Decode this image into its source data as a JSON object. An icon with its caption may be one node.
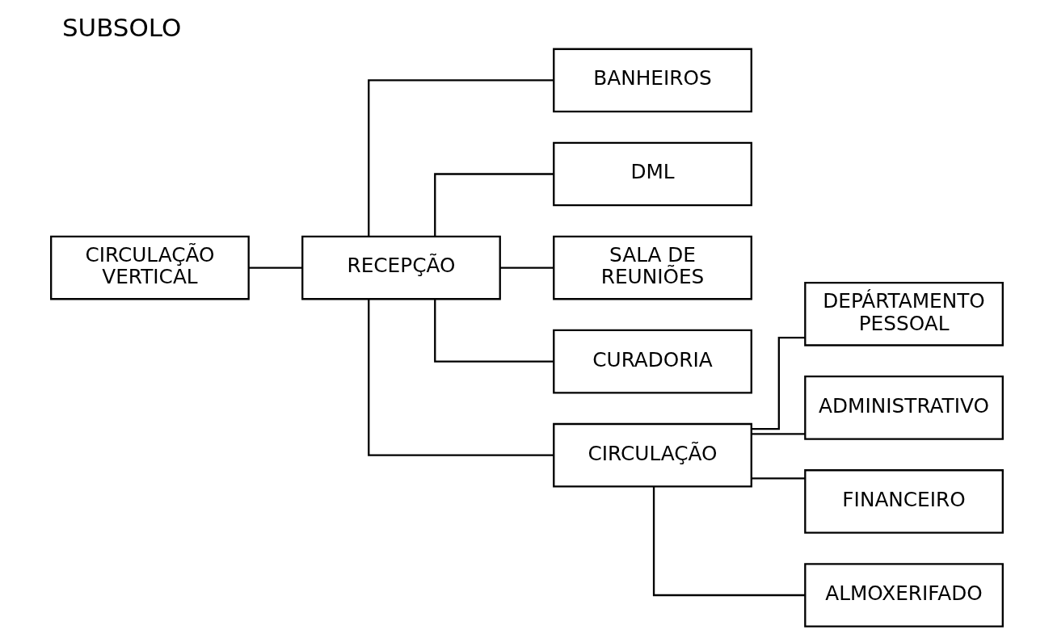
{
  "diagram": {
    "title": "SUBSOLO",
    "nodes": [
      {
        "text": [
          "CIRCULAÇÃO VERTICAL"
        ]
      },
      {
        "text": [
          "RECEPÇÃO"
        ]
      },
      {
        "text": [
          "BANHEIROS"
        ]
      },
      {
        "text": [
          "DML"
        ]
      },
      {
        "text": [
          "SALA DE REUNIÕES"
        ]
      },
      {
        "text": [
          "CURADORIA"
        ]
      },
      {
        "text": [
          "CIRCULAÇÃO"
        ]
      },
      {
        "text": [
          "DEPÁRTAMENTO PESSOAL"
        ]
      },
      {
        "text": [
          "ADMINISTRATIVO"
        ]
      },
      {
        "text": [
          "FINANCEIRO"
        ]
      },
      {
        "text": [
          "ALMOXERIFADO"
        ]
      }
    ],
    "edges": [
      {
        "from": 0,
        "to": 1,
        "arrow": "none"
      },
      {
        "from": 1,
        "to": 2,
        "arrow": "none"
      },
      {
        "from": 1,
        "to": 3,
        "arrow": "none"
      },
      {
        "from": 1,
        "to": 4,
        "arrow": "none"
      },
      {
        "from": 1,
        "to": 5,
        "arrow": "none"
      },
      {
        "from": 1,
        "to": 6,
        "arrow": "none"
      },
      {
        "from": 6,
        "to": 7,
        "arrow": "none"
      },
      {
        "from": 6,
        "to": 8,
        "arrow": "none"
      },
      {
        "from": 6,
        "to": 9,
        "arrow": "none"
      },
      {
        "from": 6,
        "to": 10,
        "arrow": "none"
      }
    ]
  }
}
